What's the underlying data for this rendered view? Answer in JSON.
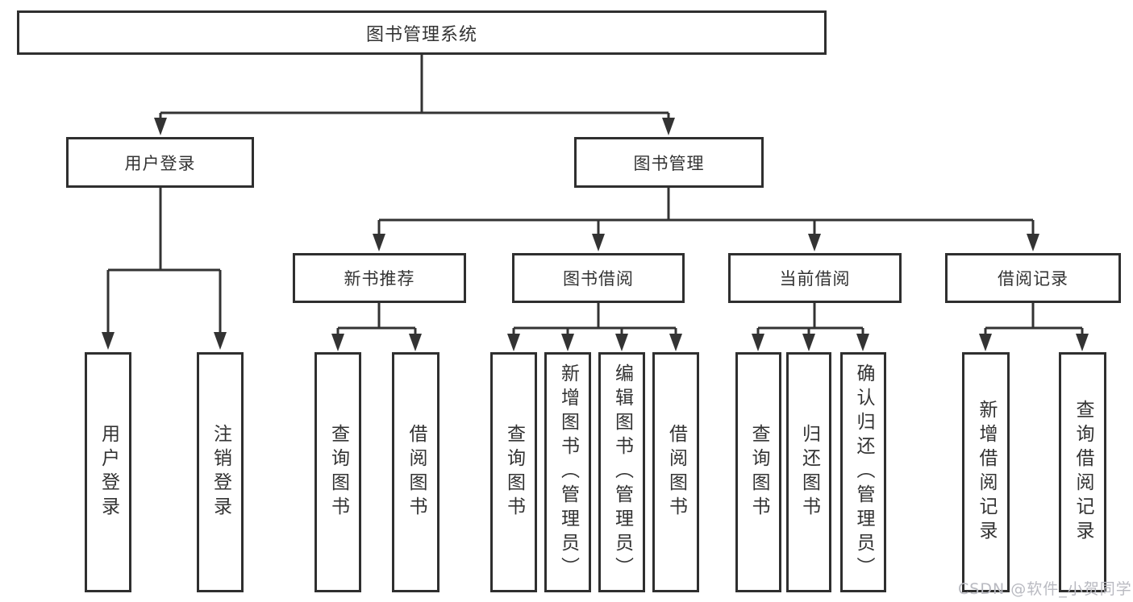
{
  "title": "图书管理系统",
  "nodes": {
    "root": "图书管理系统",
    "l2": [
      "用户登录",
      "图书管理"
    ],
    "l3": [
      "新书推荐",
      "图书借阅",
      "当前借阅",
      "借阅记录"
    ],
    "leaf": [
      "用户登录",
      "注销登录",
      "查询图书",
      "借阅图书",
      "查询图书",
      "新增图书（管理员）",
      "编辑图书（管理员）",
      "借阅图书",
      "查询图书",
      "归还图书",
      "确认归还（管理员）",
      "新增借阅记录",
      "查询借阅记录"
    ]
  },
  "watermark": "CSDN @软件_小贺同学",
  "colors": {
    "line": "#333333",
    "border": "#2f2f2f",
    "text": "#333333",
    "watermark": "#b9bac1",
    "bg": "#ffffff"
  }
}
